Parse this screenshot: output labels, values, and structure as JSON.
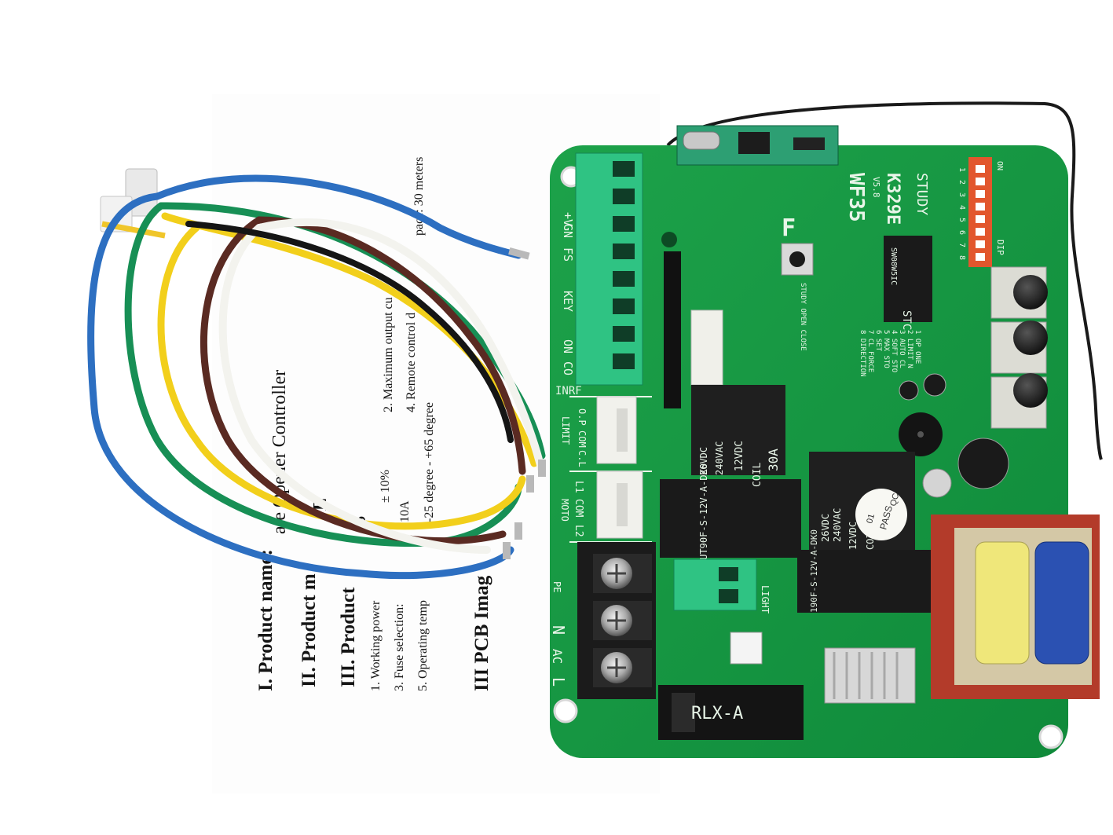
{
  "paper": {
    "headings": [
      "I. Product name:",
      "II. Product m",
      "III. Product",
      "III   PCB Imag"
    ],
    "title_fragment": "ate Opener Controller",
    "heading_fragment_e": "E",
    "heading_fragment_s": "S",
    "list_left": [
      "1.  Working power",
      "3.  Fuse selection:",
      "5.  Operating temp"
    ],
    "list_right": [
      "2.  Maximum output cu",
      "4.  Remote control d"
    ],
    "values": [
      "± 10%",
      "10A",
      "-25 degree - +65 degree"
    ],
    "distance_fragment": "pace: 30 meters"
  },
  "pcb": {
    "model": "K329E",
    "version": "V5.8",
    "code": "WF35",
    "mark_f": "F",
    "study_label": "STUDY",
    "dip_on": "ON",
    "dip_label": "DIP",
    "dip_numbers": [
      "1",
      "2",
      "3",
      "4",
      "5",
      "6",
      "7",
      "8"
    ],
    "mcu": "STC",
    "mcu_part": "SW08W5IC",
    "left_terminal_labels": [
      "+V",
      "GN",
      "FS",
      "KEY",
      "ON",
      "CO"
    ],
    "infr": "INRF",
    "limit_labels": [
      "O.P",
      "COM",
      "C.L",
      "LIMIT"
    ],
    "moto_labels": [
      "L1",
      "COM",
      "L2",
      "MOTO"
    ],
    "power_labels": [
      "PE",
      "N",
      "AC",
      "L"
    ],
    "light_label": "LIGHT",
    "relay1_lines": [
      "BUT90F-S-12V-A-DK0",
      "COIL",
      "12VDC",
      "30A",
      "240VAC",
      "26VDC"
    ],
    "relay2_lines": [
      "190F-S-12V-A-DK0",
      "COIL",
      "12VDC",
      "240VAC",
      "26VDC"
    ],
    "qc_label": [
      "QC",
      "PASS",
      "01"
    ],
    "fuse_label": "RLX-A",
    "dip_functions": [
      "1 OP ONE",
      "2 LIMIT N",
      "3 AUTO CL",
      "4 SOFT STO",
      "5 MAX STO",
      "6 SET",
      "7 CL FORCE",
      "8 DIRECTION"
    ],
    "under_button": "STUDY OPEN CLOSE"
  },
  "wires": {
    "colors": [
      "#2d6fc1",
      "#178f55",
      "#f2cf1b",
      "#5a2a22",
      "#f8f8f3",
      "#151515"
    ]
  }
}
